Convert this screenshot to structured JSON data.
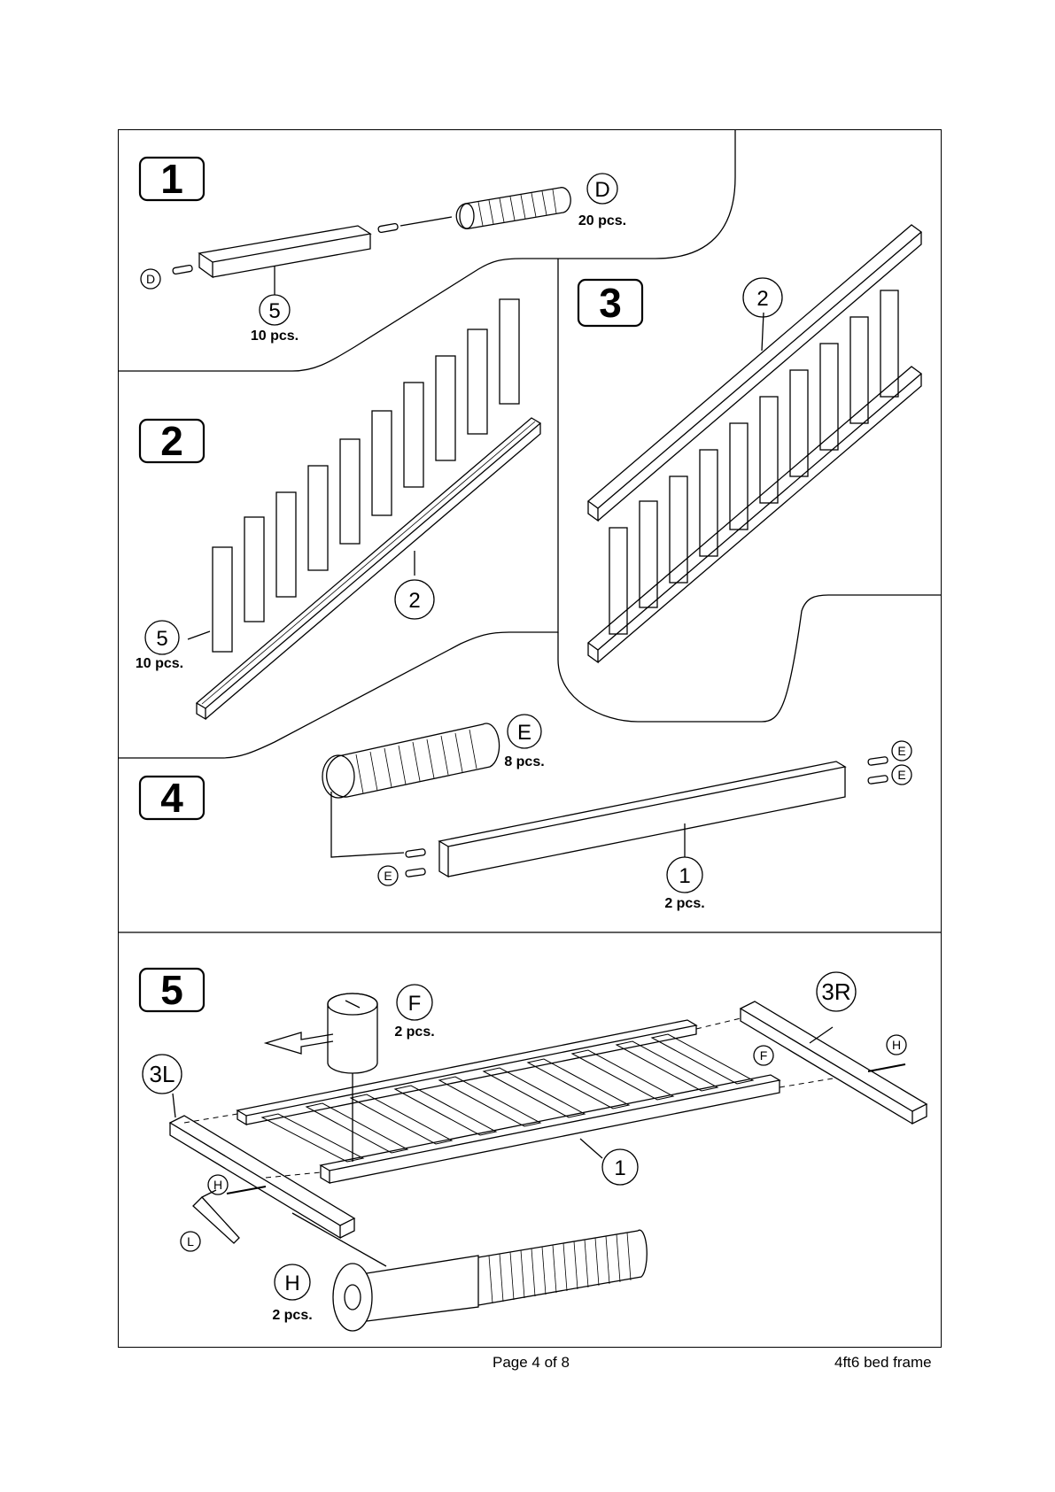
{
  "steps": {
    "s1": {
      "number": "1",
      "part_d": "D",
      "part_d_qty": "20 pcs.",
      "small_d": "D",
      "part_5": "5",
      "part_5_qty": "10 pcs."
    },
    "s2": {
      "number": "2",
      "part_5": "5",
      "part_5_qty": "10 pcs.",
      "part_2": "2"
    },
    "s3": {
      "number": "3",
      "part_2": "2"
    },
    "s4": {
      "number": "4",
      "part_e": "E",
      "part_e_qty": "8 pcs.",
      "small_e1": "E",
      "small_e2": "E",
      "small_e3": "E",
      "part_1": "1",
      "part_1_qty": "2 pcs."
    },
    "s5": {
      "number": "5",
      "part_f": "F",
      "part_f_qty": "2 pcs.",
      "part_3l": "3L",
      "part_3r": "3R",
      "small_h1": "H",
      "small_h2": "H",
      "small_f": "F",
      "small_l": "L",
      "part_1": "1",
      "part_h": "H",
      "part_h_qty": "2 pcs."
    }
  },
  "footer": {
    "page": "Page 4 of 8",
    "title": "4ft6 bed frame"
  }
}
